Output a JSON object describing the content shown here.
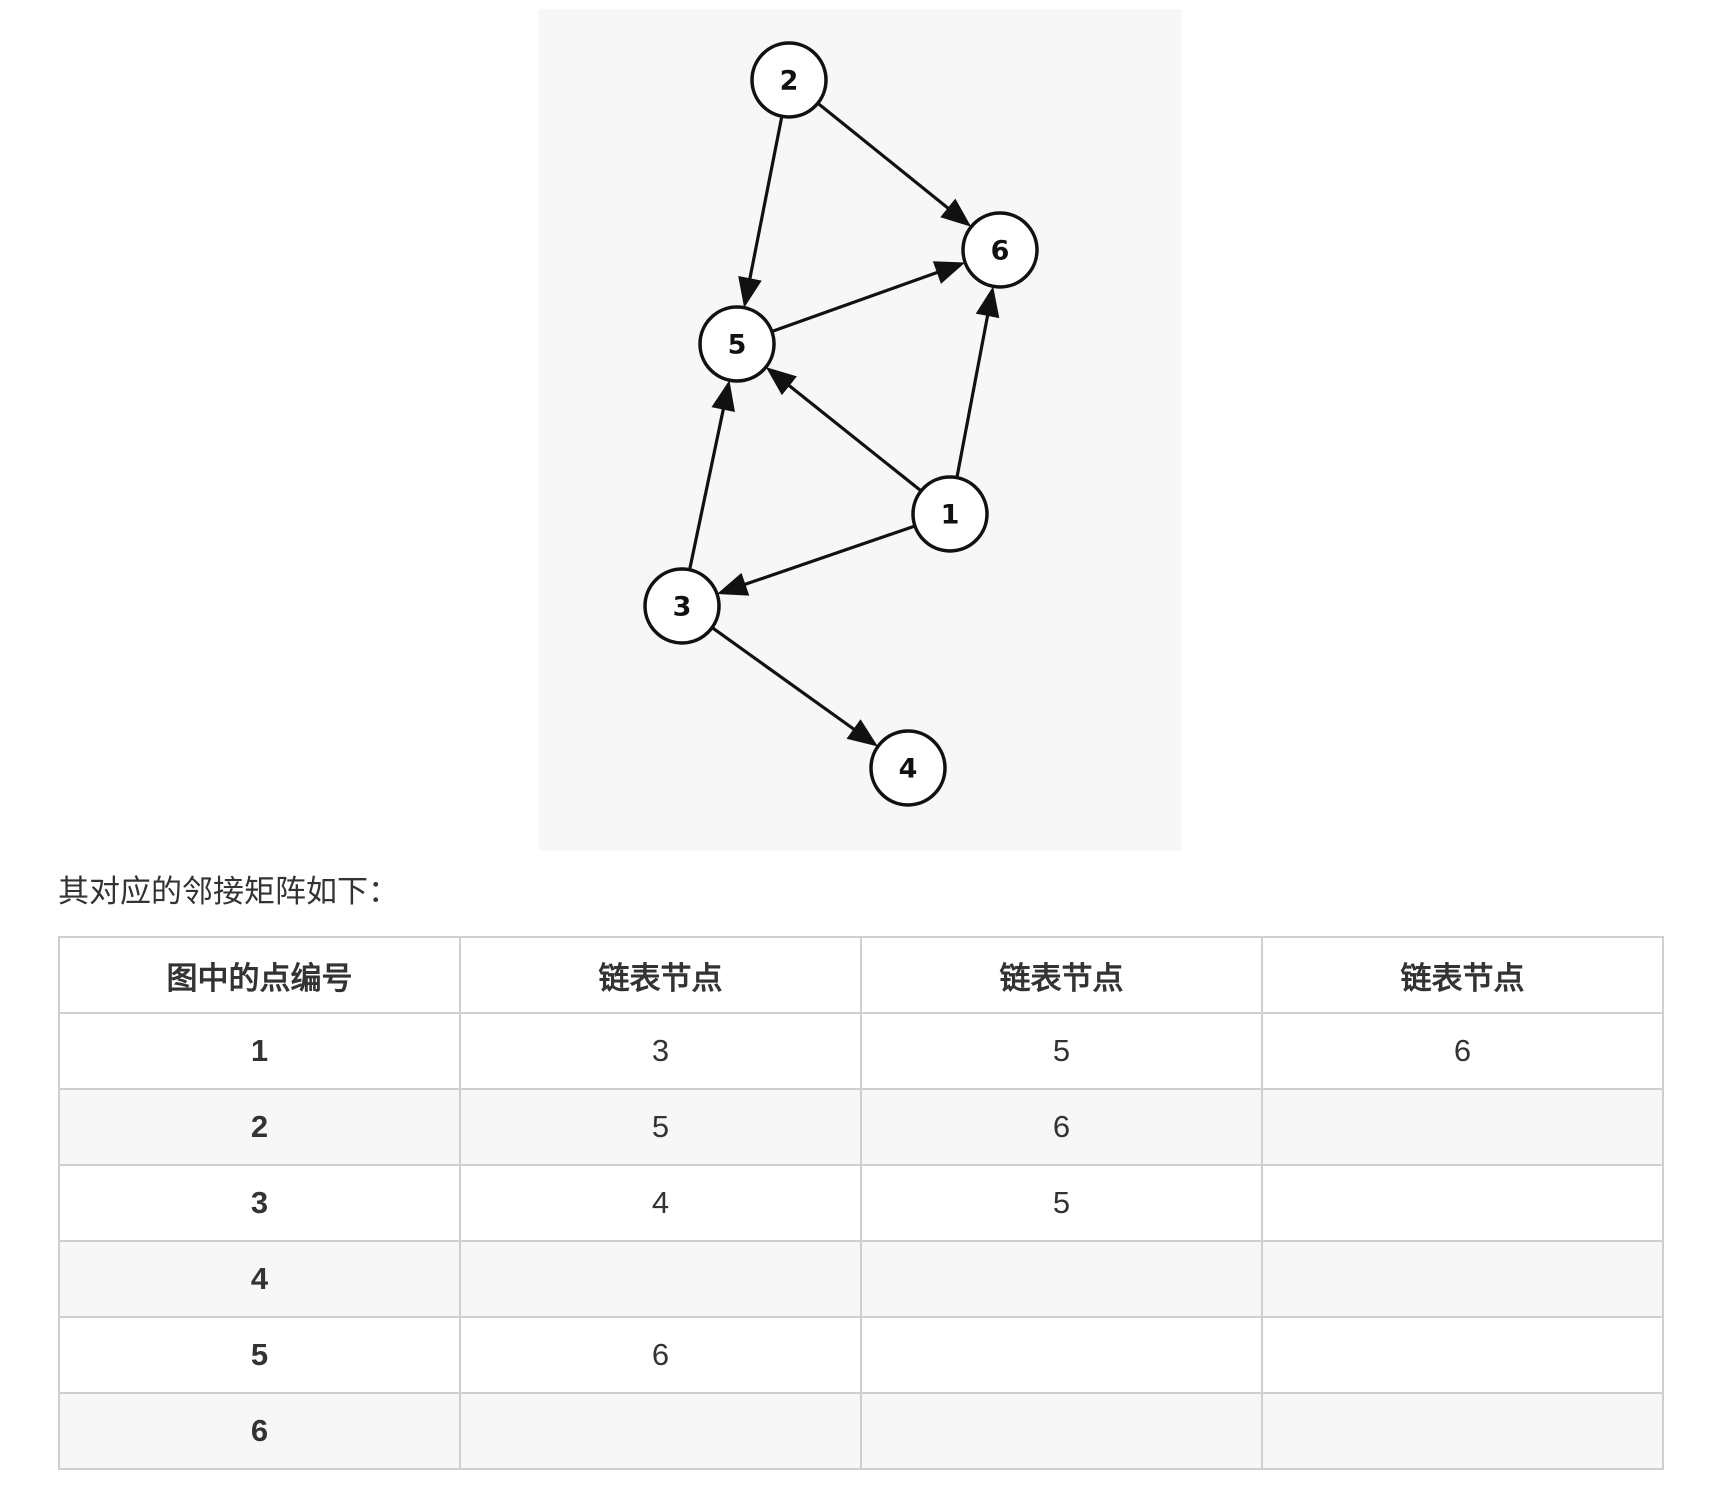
{
  "graph": {
    "nodes": [
      "1",
      "2",
      "3",
      "4",
      "5",
      "6"
    ],
    "edges": [
      {
        "from": "2",
        "to": "5"
      },
      {
        "from": "2",
        "to": "6"
      },
      {
        "from": "5",
        "to": "6"
      },
      {
        "from": "1",
        "to": "5"
      },
      {
        "from": "1",
        "to": "6"
      },
      {
        "from": "1",
        "to": "3"
      },
      {
        "from": "3",
        "to": "5"
      },
      {
        "from": "3",
        "to": "4"
      }
    ]
  },
  "caption": "其对应的邻接矩阵如下：",
  "table": {
    "headers": [
      "图中的点编号",
      "链表节点",
      "链表节点",
      "链表节点"
    ],
    "rows": [
      [
        "1",
        "3",
        "5",
        "6"
      ],
      [
        "2",
        "5",
        "6",
        ""
      ],
      [
        "3",
        "4",
        "5",
        ""
      ],
      [
        "4",
        "",
        "",
        ""
      ],
      [
        "5",
        "6",
        "",
        ""
      ],
      [
        "6",
        "",
        "",
        ""
      ]
    ]
  }
}
